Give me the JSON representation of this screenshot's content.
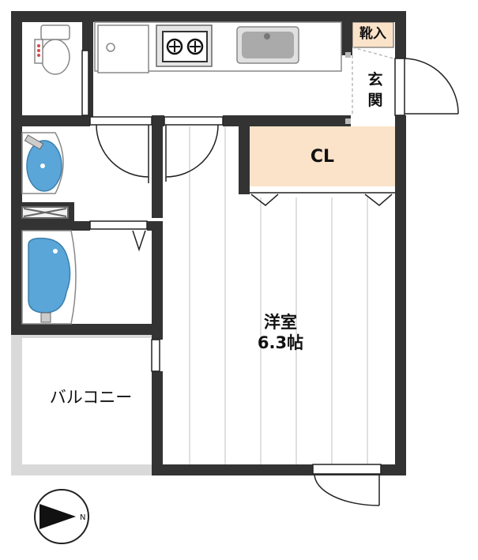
{
  "rooms": {
    "shoe_storage": "靴入",
    "entrance_1": "玄",
    "entrance_2": "関",
    "closet": "CL",
    "western_room": "洋室",
    "room_size": "6.3帖",
    "balcony": "バルコニー"
  },
  "compass": {
    "direction_letter": "N"
  },
  "colors": {
    "wall": "#333333",
    "closet_fill": "#fbe3c9",
    "shoe_fill": "#fbe3c9",
    "fixture_blue": "#5aa6d8",
    "balcony_edge": "#d9d9d9"
  }
}
